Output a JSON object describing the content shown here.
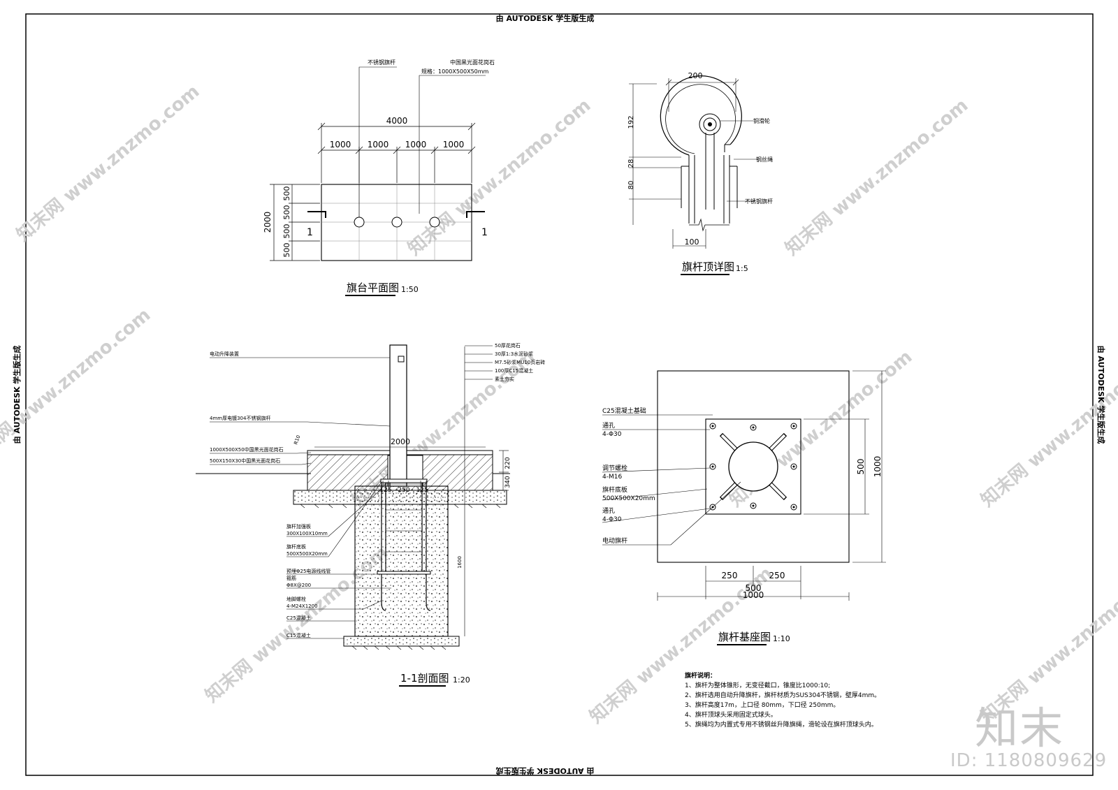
{
  "stamp": "由 AUTODESK 学生版生成",
  "watermark": {
    "domain": "www.znzmo.com",
    "brand": "知末网",
    "logo": "知末",
    "id": "ID: 1180809629"
  },
  "plan": {
    "title": "旗台平面图",
    "scale": "1:50",
    "dim_total": "4000",
    "dim_seg": [
      "1000",
      "1000",
      "1000",
      "1000"
    ],
    "dim_left": "2000",
    "dim_left_seg": [
      "500",
      "500",
      "500",
      "500"
    ],
    "section_mark": "1",
    "note_pole": "不锈钢旗杆",
    "note_stone1": "中国黑光面花岗石",
    "note_stone2": "规格：1000X500X50mm"
  },
  "top": {
    "title": "旗杆顶详图",
    "scale": "1:5",
    "dim_top": "200",
    "dim_bottom": "100",
    "dim_v": [
      "192",
      "28",
      "80"
    ],
    "labels": [
      "铜滑轮",
      "钢丝绳",
      "不锈钢旗杆"
    ]
  },
  "section": {
    "title": "1-1剖面图",
    "scale": "1:20",
    "layers": [
      "50厚花岗石",
      "30厚1:3水泥砂浆",
      "M7.5砂浆MU10页岩砖",
      "100厚C15混凝土",
      "素土夯实"
    ],
    "label_device": "电动升降装置",
    "label_pole": "4mm厚电镀304不锈钢旗杆",
    "label_stone1": "1000X500X50中国黑光面花岗石",
    "label_stone2": "500X150X30中国黑光面花岗石",
    "label_r": "R10",
    "dim_2000": "2000",
    "dim_220": "220",
    "dim_340": "340",
    "dim_1600": "1600",
    "dims_small": [
      "125",
      "250",
      "125"
    ],
    "left_labels": [
      "旗杆加强板",
      "300X100X10mm",
      "旗杆底板",
      "500X500X20mm",
      "预埋Φ25电源线线管",
      "箍筋",
      "Φ8X@200",
      "地脚螺栓",
      "4-M24X1200",
      "C25混凝土",
      "C15混凝土"
    ]
  },
  "base": {
    "title": "旗杆基座图",
    "scale": "1:10",
    "labels": [
      "C25混凝土基础",
      "通孔",
      "4-Φ30",
      "调节螺栓",
      "4-M16",
      "旗杆底板",
      "500X500X20mm",
      "通孔",
      "4-Φ30",
      "电动旗杆"
    ],
    "dim_500": "500",
    "dim_1000": "1000",
    "dims_250": [
      "250",
      "250"
    ]
  },
  "notes": {
    "heading": "旗杆说明：",
    "items": [
      "1、旗杆为整体锥形，无变径截口，锥度比1000:10;",
      "2、旗杆选用自动升降旗杆，旗杆材质为SUS304不锈钢，壁厚4mm。",
      "3、旗杆高度17m，上口径 80mm，下口径 250mm。",
      "4、旗杆顶球头采用固定式球头。",
      "5、旗绳均为内置式专用不锈钢丝升降旗绳，滑轮设在旗杆顶球头内。"
    ]
  }
}
